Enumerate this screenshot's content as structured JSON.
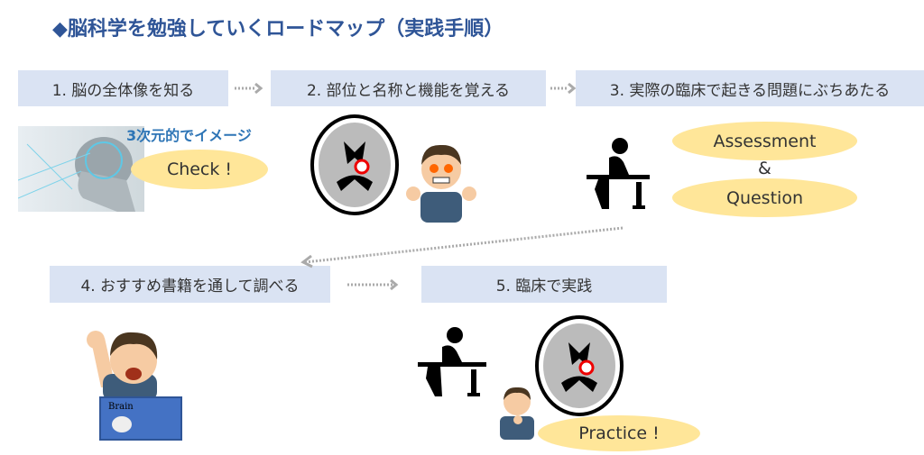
{
  "title": "◆脳科学を勉強していくロードマップ（実践手順）",
  "steps": [
    {
      "label": "1. 脳の全体像を知る"
    },
    {
      "label": "2. 部位と名称と機能を覚える"
    },
    {
      "label": "3. 実際の臨床で起きる問題にぶちあたる"
    },
    {
      "label": "4. おすすめ書籍を通して調べる"
    },
    {
      "label": "5. 臨床で実践"
    }
  ],
  "step1": {
    "caption": "3次元的でイメージ",
    "bubble": "Check !"
  },
  "step3": {
    "bubble1": "Assessment",
    "connector": "&",
    "bubble2": "Question"
  },
  "step4": {
    "book_label": "Brain"
  },
  "step5": {
    "bubble": "Practice !"
  },
  "colors": {
    "title": "#2f5597",
    "step_bg": "#dae3f3",
    "bubble": "#ffe699",
    "caption": "#2e75b6"
  }
}
